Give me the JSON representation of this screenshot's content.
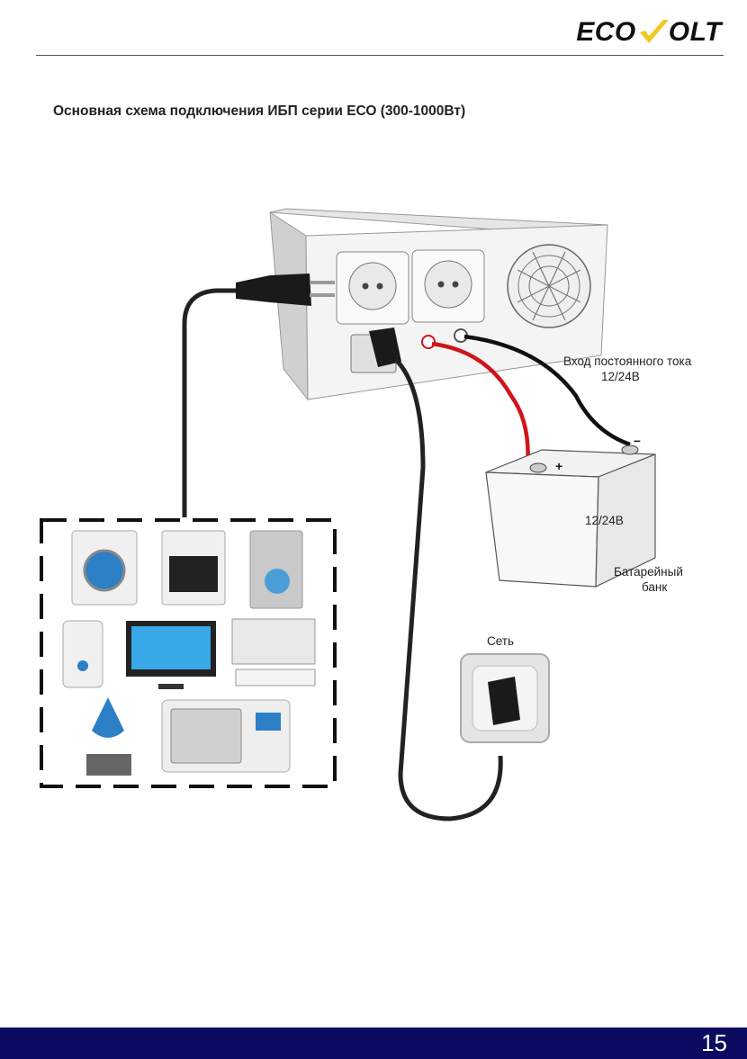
{
  "header": {
    "logo_left": "ECO",
    "logo_right": "OLT"
  },
  "title": "Основная схема подключения ИБП серии ЕСО (300-1000Вт)",
  "diagram": {
    "dc_input_label_line1": "Вход постоянного тока",
    "dc_input_label_line2": "12/24В",
    "battery_voltage": "12/24В",
    "battery_label_line1": "Батарейный",
    "battery_label_line2": "банк",
    "mains_label": "Сеть",
    "plus": "+",
    "minus": "–"
  },
  "footer": {
    "page_number": "15"
  },
  "colors": {
    "footer_bg": "#0b0b61",
    "logo_check": "#f3c623",
    "cable_red": "#d0141b",
    "cable_black": "#111111"
  }
}
